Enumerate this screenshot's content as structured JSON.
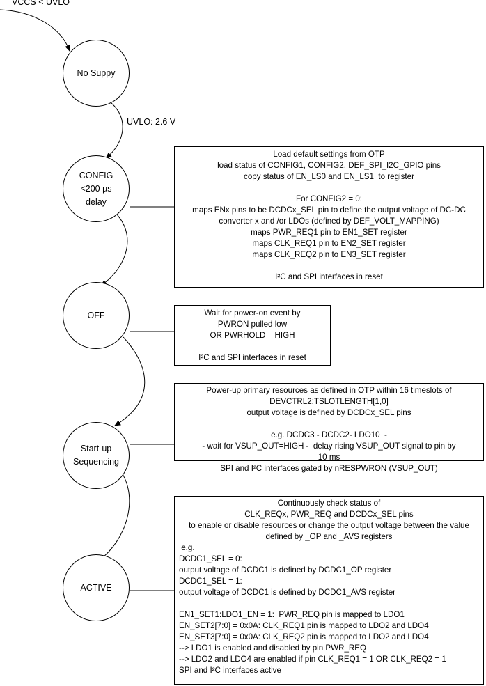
{
  "trigger_label": "VCCS < UVLO",
  "transition_label": "UVLO: 2.6 V",
  "states": {
    "no_supply": "No Suppy",
    "config": "CONFIG\n<200 µs\ndelay",
    "off": "OFF",
    "startup": "Start-up\nSequencing",
    "active": "ACTIVE"
  },
  "boxes": {
    "config": [
      "Load default settings from OTP",
      "load status of CONFIG1, CONFIG2, DEF_SPI_I2C_GPIO pins",
      "copy status of EN_LS0 and EN_LS1  to register",
      "",
      "For CONFIG2 = 0:",
      "maps ENx pins to be DCDCx_SEL pin to define the output voltage of DC-DC",
      "converter x and /or LDOs (defined by DEF_VOLT_MAPPING)",
      "maps PWR_REQ1 pin to EN1_SET register",
      "maps CLK_REQ1 pin to EN2_SET register",
      "maps CLK_REQ2 pin to EN3_SET register",
      "",
      "I²C and SPI interfaces in reset"
    ],
    "off": [
      "Wait for power-on event by",
      "PWRON pulled low",
      "OR PWRHOLD = HIGH",
      "",
      "I²C and SPI interfaces in reset"
    ],
    "startup": [
      "Power-up primary resources as defined in OTP within 16 timeslots of",
      "DEVCTRL2:TSLOTLENGTH[1,0]",
      "output voltage is defined by DCDCx_SEL pins",
      "",
      "e.g. DCDC3 - DCDC2- LDO10  -",
      "- wait for VSUP_OUT=HIGH -  delay rising VSUP_OUT signal to pin by",
      "10 ms",
      "SPI and I²C interfaces gated by nRESPWRON (VSUP_OUT)"
    ],
    "active_head": [
      "Continuously check status of",
      "CLK_REQx, PWR_REQ and DCDCx_SEL pins",
      "to enable or disable resources or change the output voltage between the value",
      "defined by _OP and _AVS registers"
    ],
    "active_body": [
      " e.g.",
      "DCDC1_SEL = 0:",
      "output voltage of DCDC1 is defined by DCDC1_OP register",
      "DCDC1_SEL = 1:",
      "output voltage of DCDC1 is defined by DCDC1_AVS register",
      "",
      "EN1_SET1:LDO1_EN = 1:  PWR_REQ pin is mapped to LDO1",
      "EN_SET2[7:0] = 0x0A: CLK_REQ1 pin is mapped to LDO2 and LDO4",
      "EN_SET3[7:0] = 0x0A: CLK_REQ2 pin is mapped to LDO2 and LDO4",
      "--> LDO1 is enabled and disabled by pin PWR_REQ",
      "--> LDO2 and LDO4 are enabled if pin CLK_REQ1 = 1 OR CLK_REQ2 = 1",
      "SPI and I²C interfaces active"
    ]
  }
}
